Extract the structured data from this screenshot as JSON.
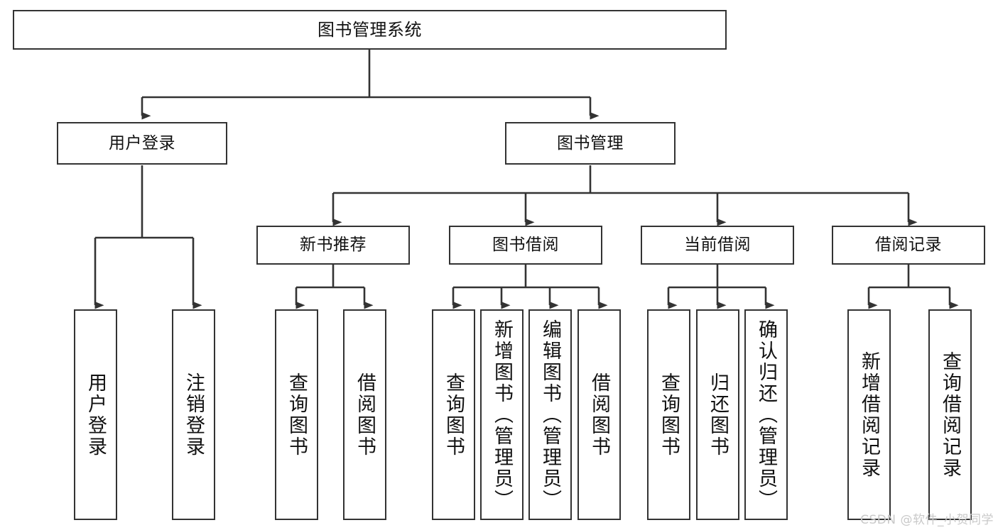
{
  "diagram": {
    "title": "图书管理系统",
    "type": "tree-hierarchy",
    "watermark": "CSDN @软件_小贺同学",
    "colors": {
      "box_border": "#333333",
      "box_fill": "#ffffff",
      "edge": "#333333",
      "text": "#111111",
      "watermark": "#c9c9c9",
      "background": "#ffffff"
    },
    "root": {
      "label": "图书管理系统"
    },
    "level2": [
      {
        "id": "user-login",
        "label": "用户登录"
      },
      {
        "id": "book-manage",
        "label": "图书管理"
      }
    ],
    "level3": [
      {
        "id": "new-book-recommend",
        "label": "新书推荐"
      },
      {
        "id": "book-borrow",
        "label": "图书借阅"
      },
      {
        "id": "current-borrow",
        "label": "当前借阅"
      },
      {
        "id": "borrow-record",
        "label": "借阅记录"
      }
    ],
    "leaves": {
      "user-login": [
        {
          "id": "leaf-user-login",
          "label": "用户登录"
        },
        {
          "id": "leaf-logout",
          "label": "注销登录"
        }
      ],
      "new-book-recommend": [
        {
          "id": "leaf-query-book-1",
          "label": "查询图书"
        },
        {
          "id": "leaf-borrow-book-1",
          "label": "借阅图书"
        }
      ],
      "book-borrow": [
        {
          "id": "leaf-query-book-2",
          "label": "查询图书"
        },
        {
          "id": "leaf-add-book",
          "label": "新增图书（管理员）"
        },
        {
          "id": "leaf-edit-book",
          "label": "编辑图书（管理员）"
        },
        {
          "id": "leaf-borrow-book-2",
          "label": "借阅图书"
        }
      ],
      "current-borrow": [
        {
          "id": "leaf-query-book-3",
          "label": "查询图书"
        },
        {
          "id": "leaf-return-book",
          "label": "归还图书"
        },
        {
          "id": "leaf-confirm-return",
          "label": "确认归还（管理员）"
        }
      ],
      "borrow-record": [
        {
          "id": "leaf-add-record",
          "label": "新增借阅记录"
        },
        {
          "id": "leaf-query-record",
          "label": "查询借阅记录"
        }
      ]
    }
  }
}
